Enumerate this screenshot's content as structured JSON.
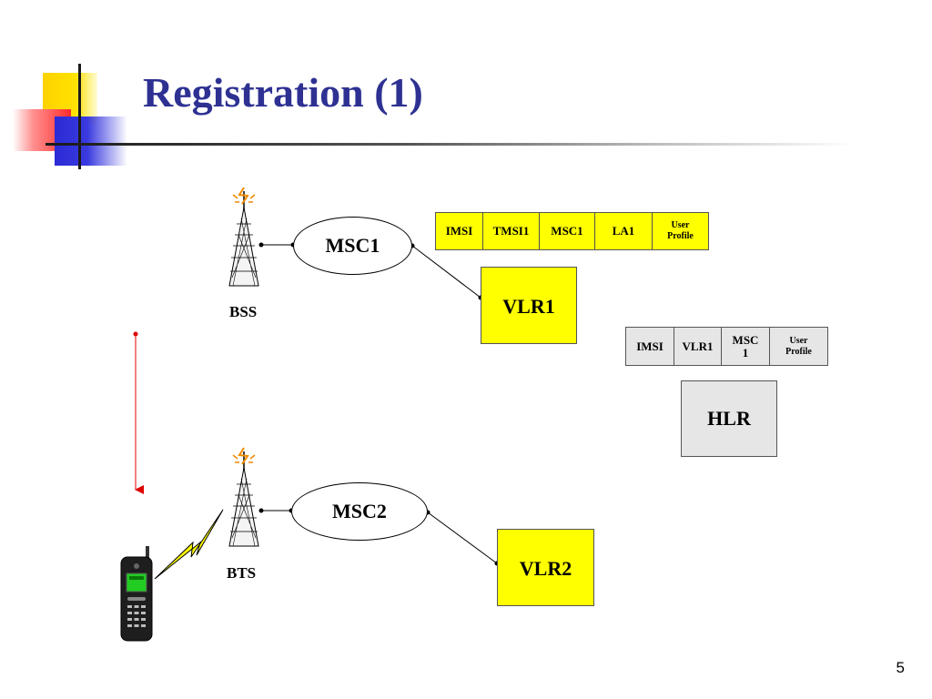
{
  "slide": {
    "title": "Registration (1)",
    "page_number": "5"
  },
  "diagram": {
    "bss_label": "BSS",
    "bts_label": "BTS",
    "msc1_label": "MSC1",
    "msc2_label": "MSC2",
    "vlr1_label": "VLR1",
    "vlr2_label": "VLR2",
    "hlr_label": "HLR",
    "vlr1_record": [
      "IMSI",
      "TMSI1",
      "MSC1",
      "LA1",
      "User\nProfile"
    ],
    "hlr_record": [
      "IMSI",
      "VLR1",
      "MSC\n1",
      "User\nProfile"
    ]
  },
  "colors": {
    "title": "#2e3192",
    "vlr_fill": "#ffff00",
    "hlr_fill": "#e6e6e6",
    "movement_arrow": "#e00000",
    "phone_screen": "#22cc22",
    "lightning": "#ffff00"
  },
  "icons": [
    "tower-icon",
    "mobile-phone-icon",
    "lightning-icon"
  ]
}
